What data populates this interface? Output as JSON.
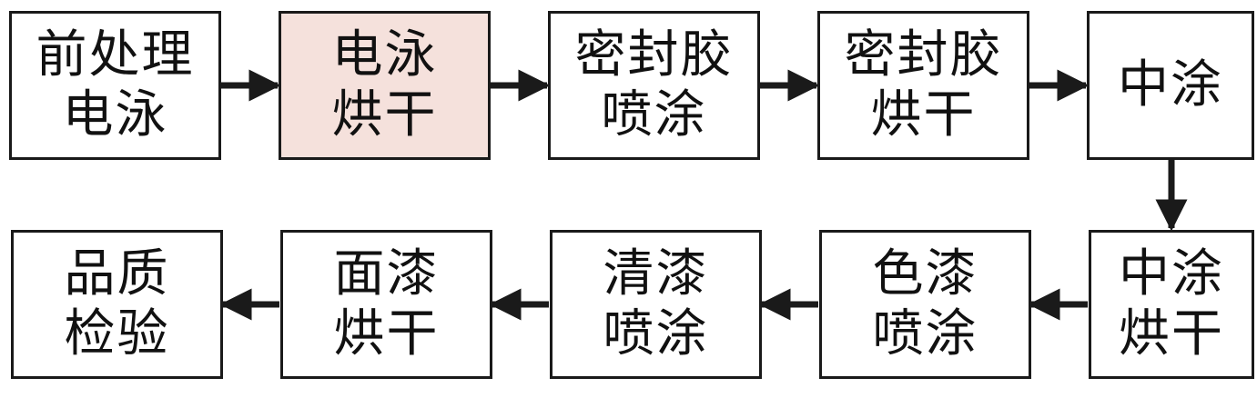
{
  "colors": {
    "border": "#1a1a1a",
    "text": "#111111",
    "box_fill": "#ffffff",
    "highlight_fill": "#f5e1dc",
    "arrow": "#1a1a1a"
  },
  "steps": [
    {
      "id": "pretreatment",
      "lines": [
        "前处理",
        "电泳"
      ],
      "highlight": false
    },
    {
      "id": "ed-baking",
      "lines": [
        "电泳",
        "烘干"
      ],
      "highlight": true
    },
    {
      "id": "sealant-spray",
      "lines": [
        "密封胶",
        "喷涂"
      ],
      "highlight": false
    },
    {
      "id": "sealant-baking",
      "lines": [
        "密封胶",
        "烘干"
      ],
      "highlight": false
    },
    {
      "id": "primer-coat",
      "lines": [
        "中涂"
      ],
      "highlight": false
    },
    {
      "id": "primer-baking",
      "lines": [
        "中涂",
        "烘干"
      ],
      "highlight": false
    },
    {
      "id": "basecoat-spray",
      "lines": [
        "色漆",
        "喷涂"
      ],
      "highlight": false
    },
    {
      "id": "clearcoat-spray",
      "lines": [
        "清漆",
        "喷涂"
      ],
      "highlight": false
    },
    {
      "id": "topcoat-baking",
      "lines": [
        "面漆",
        "烘干"
      ],
      "highlight": false
    },
    {
      "id": "quality-inspection",
      "lines": [
        "品质",
        "检验"
      ],
      "highlight": false
    }
  ]
}
